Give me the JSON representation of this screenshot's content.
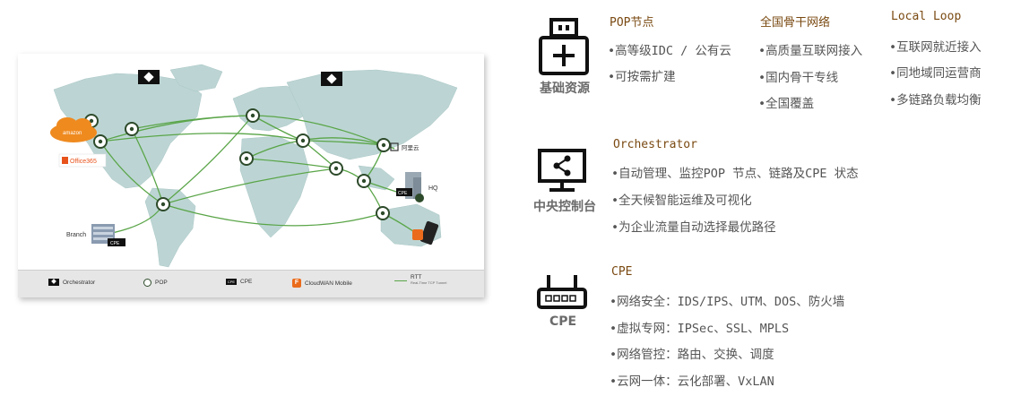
{
  "map": {
    "labels": {
      "aws": "amazon",
      "office365": "Office365",
      "aliyun": "阿里云",
      "hq": "HQ",
      "branch": "Branch",
      "cpe": "CPE"
    },
    "legend": {
      "orchestrator": "Orchestrator",
      "pop": "POP",
      "cpe": "CPE",
      "mobile": "CloudWAN Mobile",
      "rtt": "RTT",
      "rtt_sub": "Real-Time TCP Tunnel"
    },
    "colors": {
      "land": "#bcd5d4",
      "link": "#5aa548",
      "aws": "#ef8a1f",
      "mobile": "#ea6b1b"
    }
  },
  "sections": {
    "infra": {
      "icon": "usb-plug-icon",
      "caption": "基础资源",
      "columns": [
        {
          "title": "POP节点",
          "bullets": [
            "•高等级IDC / 公有云",
            "•可按需扩建"
          ]
        },
        {
          "title": "全国骨干网络",
          "bullets": [
            "•高质量互联网接入",
            "•国内骨干专线",
            "•全国覆盖"
          ]
        },
        {
          "title": "Local Loop",
          "bullets": [
            "•互联网就近接入",
            "•同地域同运营商",
            "•多链路负载均衡"
          ]
        }
      ]
    },
    "console": {
      "icon": "monitor-share-icon",
      "caption": "中央控制台",
      "title": "Orchestrator",
      "bullets": [
        "•自动管理、监控POP 节点、链路及CPE 状态",
        "•全天候智能运维及可视化",
        "•为企业流量自动选择最优路径"
      ]
    },
    "cpe": {
      "icon": "router-icon",
      "caption": "CPE",
      "title": "CPE",
      "bullets": [
        "•网络安全：IDS/IPS、UTM、DOS、防火墙",
        "•虚拟专网：IPSec、SSL、MPLS",
        "•网络管控：路由、交换、调度",
        "•云网一体：云化部署、VxLAN"
      ]
    }
  }
}
